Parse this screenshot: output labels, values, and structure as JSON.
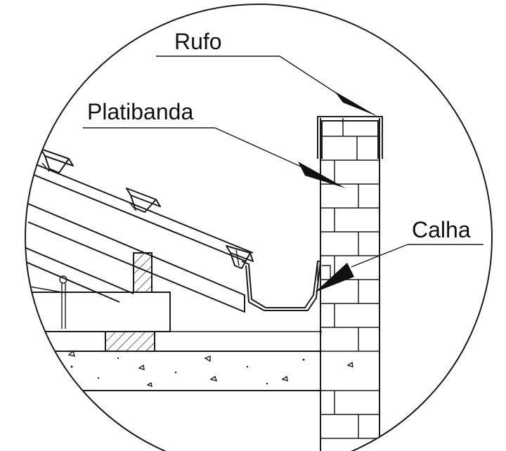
{
  "labels": {
    "rufo": "Rufo",
    "platibanda": "Platibanda",
    "calha": "Calha"
  },
  "colors": {
    "stroke": "#1a1a1a",
    "background": "#ffffff"
  }
}
